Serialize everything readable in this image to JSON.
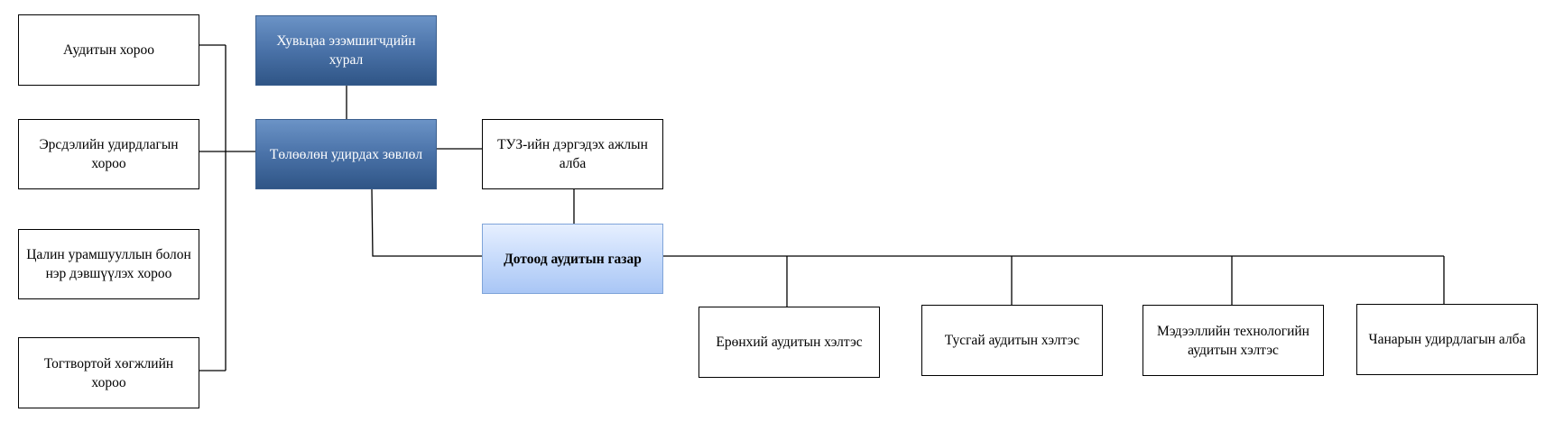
{
  "nodes": {
    "shareholders": "Хувьцаа эзэмшигчдийн хурал",
    "board": "Төлөөлөн удирдах зөвлөл",
    "audit_committee": "Аудитын хороо",
    "risk_committee": "Эрсдэлийн удирдлагын хороо",
    "compensation_committee": "Цалин урамшууллын болон нэр дэвшүүлэх хороо",
    "sustainability_committee": "Тогтвортой хөгжлийн хороо",
    "board_secretariat": "ТУЗ-ийн дэргэдэх ажлын алба",
    "internal_audit": "Дотоод аудитын газар",
    "general_audit": "Ерөнхий аудитын хэлтэс",
    "special_audit": "Тусгай аудитын хэлтэс",
    "it_audit": "Мэдээллийн технологийн аудитын хэлтэс",
    "quality_control": "Чанарын удирдлагын алба"
  }
}
